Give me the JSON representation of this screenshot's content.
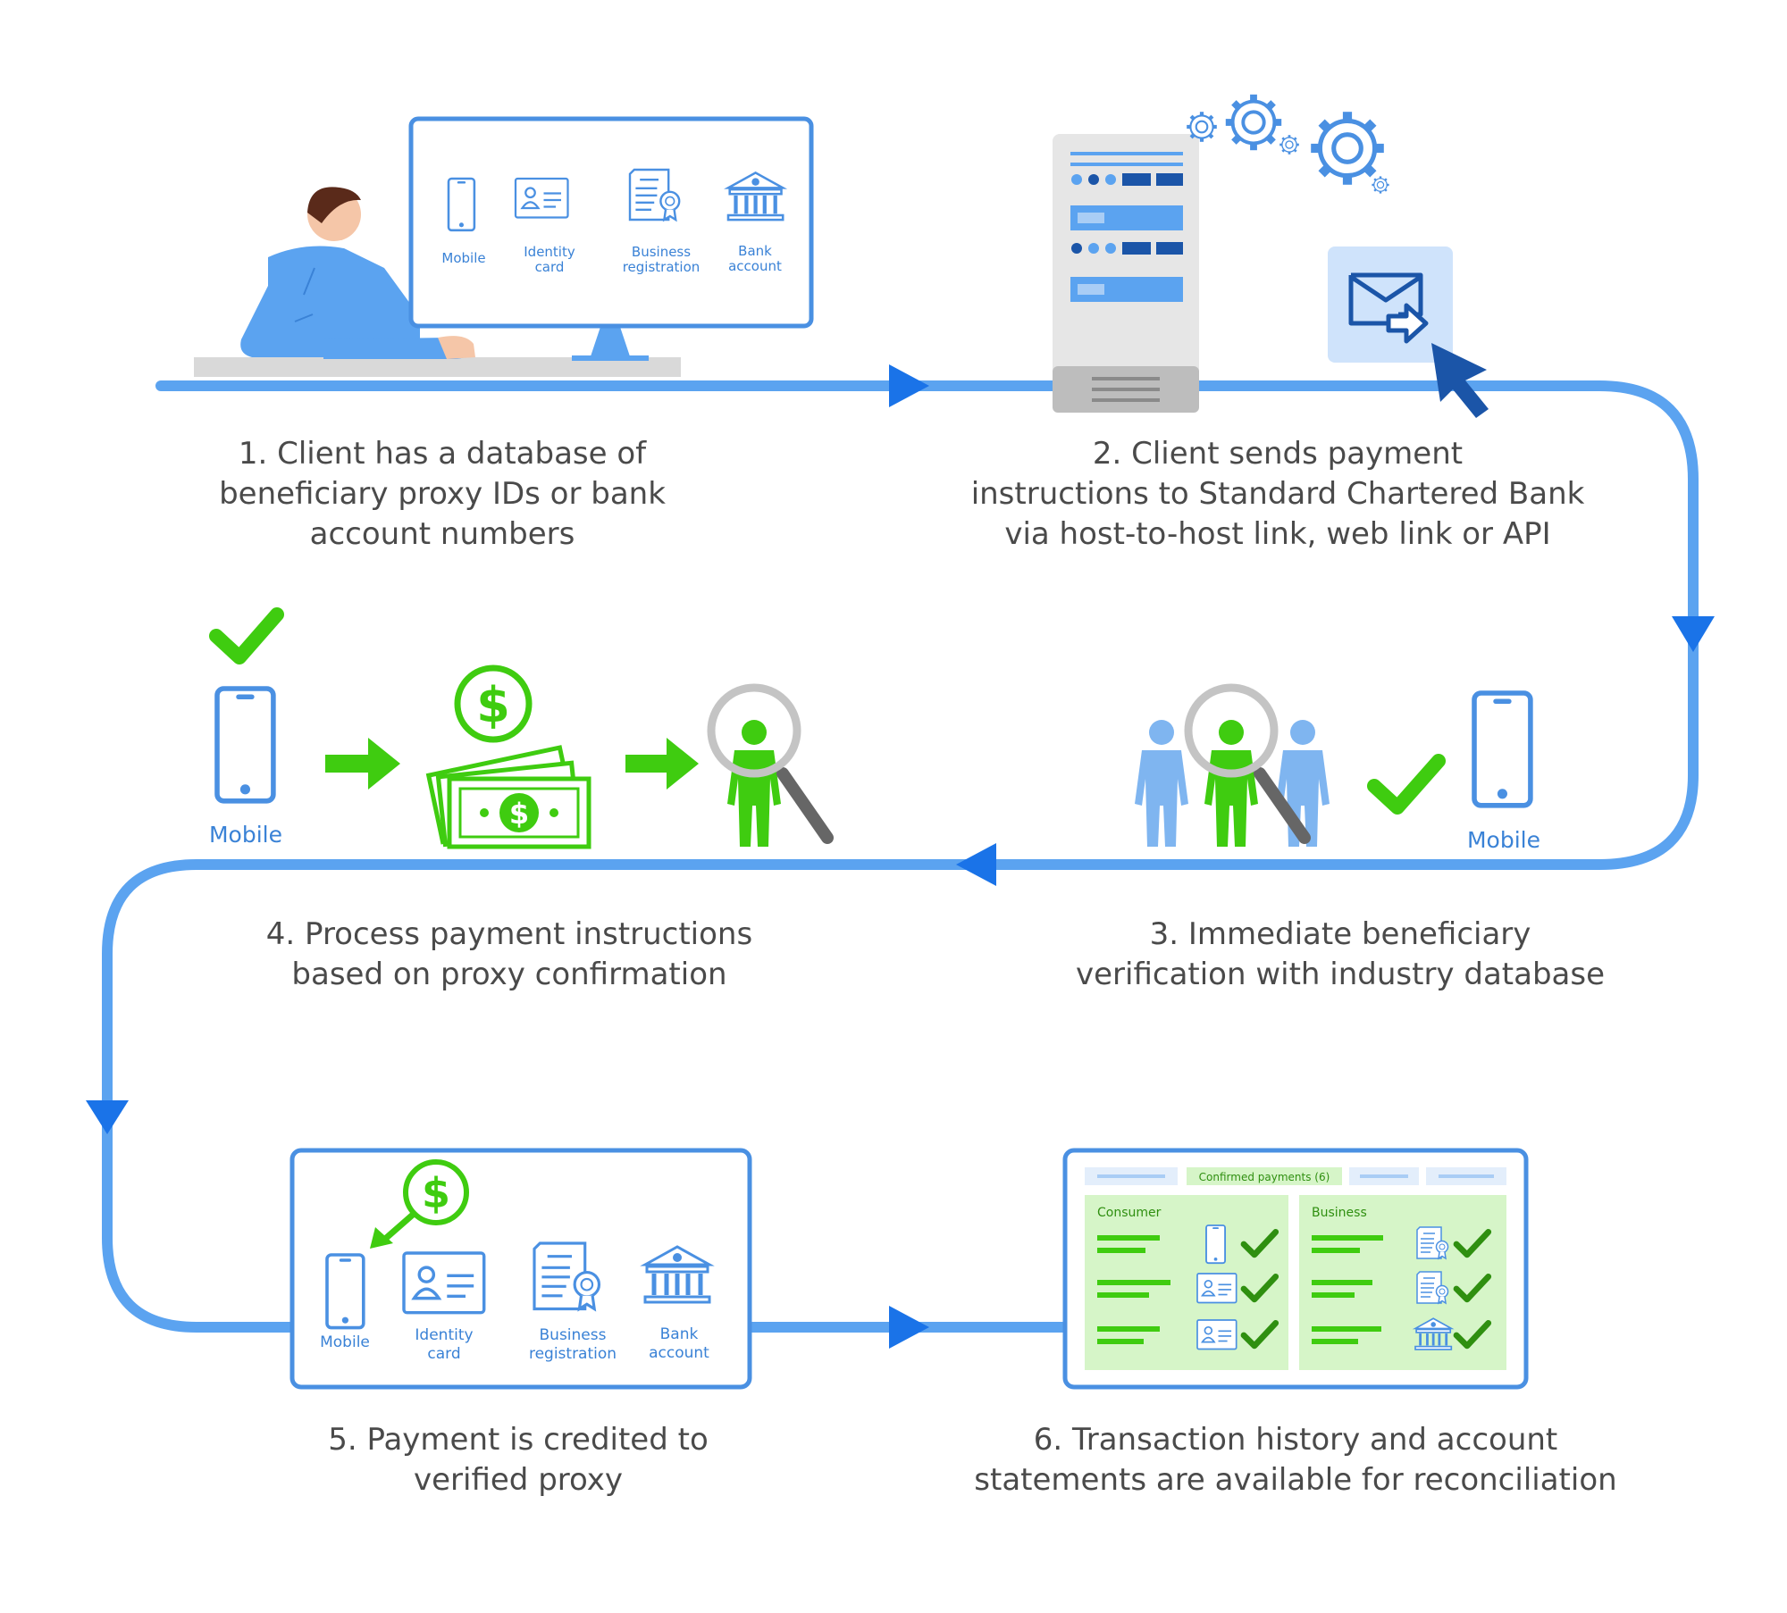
{
  "steps": [
    {
      "id": 1,
      "lines": [
        "1. Client has a database of",
        "beneficiary proxy IDs or bank",
        "account numbers"
      ]
    },
    {
      "id": 2,
      "lines": [
        "2. Client sends payment",
        "instructions to Standard Chartered Bank",
        "via host-to-host link, web link or API"
      ]
    },
    {
      "id": 3,
      "lines": [
        "3. Immediate beneficiary",
        "verification with industry database"
      ]
    },
    {
      "id": 4,
      "lines": [
        "4. Process payment instructions",
        "based on proxy confirmation"
      ]
    },
    {
      "id": 5,
      "lines": [
        "5. Payment is credited to",
        "verified proxy"
      ]
    },
    {
      "id": 6,
      "lines": [
        "6. Transaction history and account",
        "statements are available for reconciliation"
      ]
    }
  ],
  "monitor1": {
    "mobile": "Mobile",
    "identity": [
      "Identity",
      "card"
    ],
    "business": [
      "Business",
      "registration"
    ],
    "bank": [
      "Bank",
      "account"
    ]
  },
  "panel5": {
    "mobile": "Mobile",
    "identity": [
      "Identity",
      "card"
    ],
    "business": [
      "Business",
      "registration"
    ],
    "bank": [
      "Bank",
      "account"
    ]
  },
  "step3_mobile_label": "Mobile",
  "step4_mobile_label": "Mobile",
  "dashboard": {
    "tab_active": "Confirmed payments (6)",
    "consumer_title": "Consumer",
    "business_title": "Business"
  },
  "colors": {
    "blue_flow": "#5ba3f0",
    "blue_arrow": "#1a73e8",
    "blue_dark": "#1b55a8",
    "green": "#3fcc10",
    "green_dark": "#2f8f10",
    "text": "#4a4a4a"
  }
}
